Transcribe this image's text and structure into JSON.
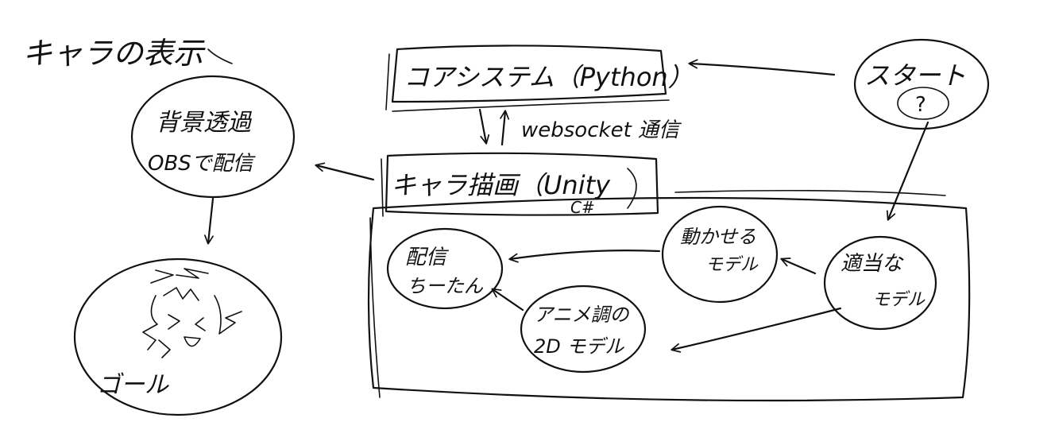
{
  "diagram": {
    "title": "キャラの表示",
    "core_system": {
      "label": "コアシステム（Python）"
    },
    "channel": {
      "label": "websocket 通信"
    },
    "character_renderer": {
      "label": "キャラ描画（Unity",
      "sub": "C#"
    },
    "start_node": {
      "label": "スタート",
      "question": "?"
    },
    "transparent_bg": {
      "line1": "背景透過",
      "line2": "OBSで配信"
    },
    "goal": {
      "label": "ゴール"
    },
    "streaming_node": {
      "line1": "配信",
      "line2": "ちーたん"
    },
    "movable_model": {
      "line1": "動かせる",
      "line2": "モデル"
    },
    "suitable_model": {
      "line1": "適当な",
      "line2": "モデル"
    },
    "anime_model": {
      "line1": "アニメ調の",
      "line2": "2D モデル"
    }
  }
}
